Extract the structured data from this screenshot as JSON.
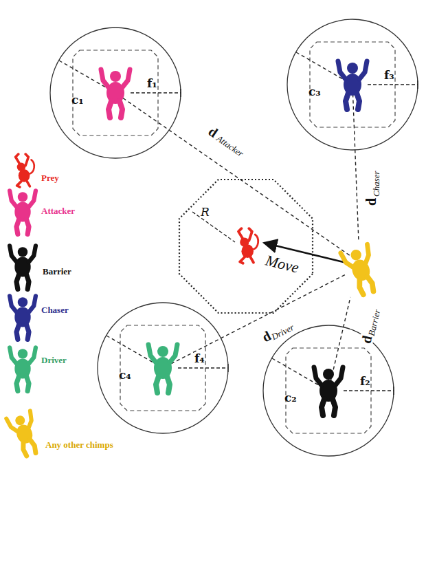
{
  "diagram": {
    "nodes": [
      {
        "text": [
          "c₁",
          "f₁"
        ]
      },
      {
        "text": [
          "c₃",
          "f₃"
        ]
      },
      {
        "text": [
          "R"
        ]
      },
      {
        "text": [
          "c₄",
          "f₄"
        ]
      },
      {
        "text": [
          "c₂",
          "f₂"
        ]
      }
    ],
    "labels": [
      "d",
      "Attacker",
      "d",
      "Chaser",
      "Move",
      "d",
      "Driver",
      "d",
      "Barrier"
    ],
    "legend": [
      {
        "text": "Prey"
      },
      {
        "text": "Attacker"
      },
      {
        "text": "Barrier"
      },
      {
        "text": "Chaser"
      },
      {
        "text": "Driver"
      },
      {
        "text": "Any other chimps"
      }
    ]
  }
}
